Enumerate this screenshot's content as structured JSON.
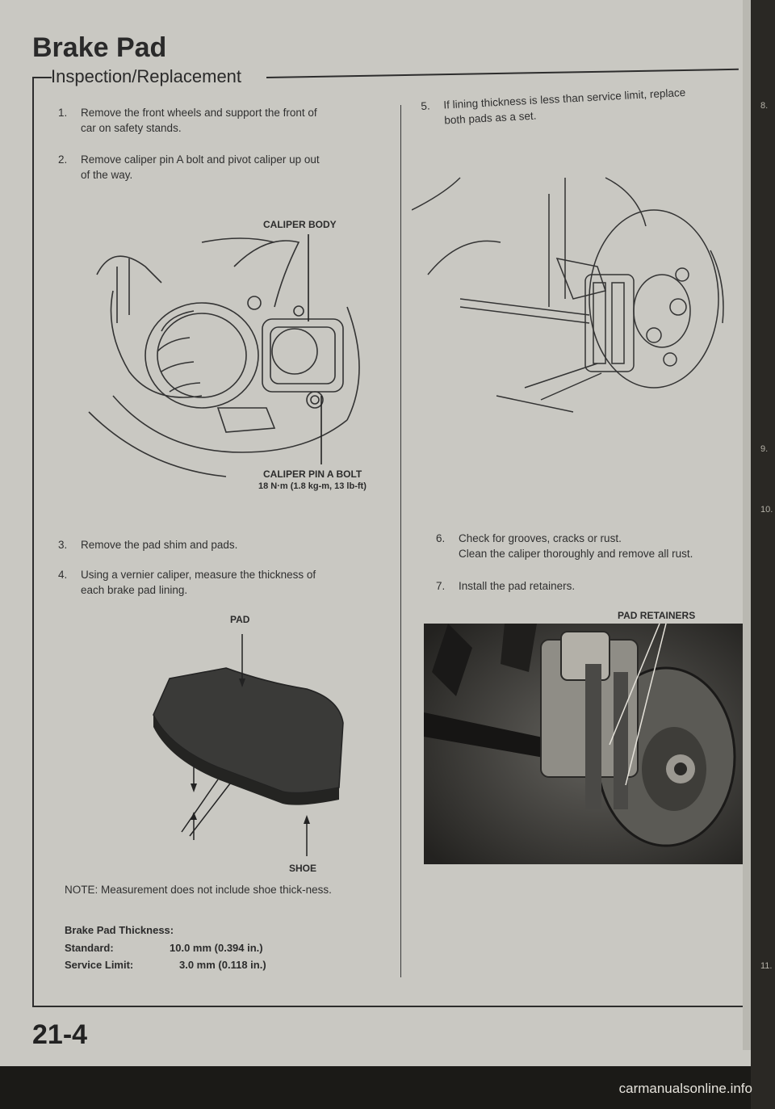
{
  "header": {
    "title": "Brake Pad",
    "subtitle": "Inspection/Replacement"
  },
  "steps_left": [
    {
      "num": "1.",
      "lines": [
        "Remove the front wheels and support the front of",
        "car on safety stands."
      ]
    },
    {
      "num": "2.",
      "lines": [
        "Remove caliper pin A bolt and pivot caliper up out",
        "of the way."
      ]
    },
    {
      "num": "3.",
      "lines": [
        "Remove the pad shim and pads."
      ]
    },
    {
      "num": "4.",
      "lines": [
        "Using a vernier caliper, measure the thickness of",
        "each brake pad lining."
      ]
    }
  ],
  "steps_right": [
    {
      "num": "5.",
      "lines": [
        "If lining thickness is less than service limit, replace",
        "both pads as a set."
      ]
    },
    {
      "num": "6.",
      "lines": [
        "Check for grooves, cracks or rust.",
        "Clean the caliper thoroughly and remove all rust."
      ]
    },
    {
      "num": "7.",
      "lines": [
        "Install the pad retainers."
      ]
    }
  ],
  "figure1": {
    "label_caliper_body": "CALIPER BODY",
    "label_pin_bolt": "CALIPER PIN A BOLT",
    "label_torque": "18 N·m (1.8 kg-m, 13 lb-ft)"
  },
  "figure2": {
    "label_pad": "PAD",
    "label_shoe": "SHOE"
  },
  "figure3": {
    "label_pad_retainers": "PAD RETAINERS"
  },
  "note": "NOTE: Measurement does not include shoe thick-ness.",
  "spec": {
    "heading": "Brake Pad Thickness:",
    "standard_label": "Standard:",
    "standard_value": "10.0 mm (0.394 in.)",
    "limit_label": "Service Limit:",
    "limit_value": "3.0 mm (0.118 in.)"
  },
  "page_number": "21-4",
  "margin_numbers": [
    "8.",
    "9.",
    "10.",
    "11."
  ],
  "footer_watermark": "carmanualsonline.info"
}
